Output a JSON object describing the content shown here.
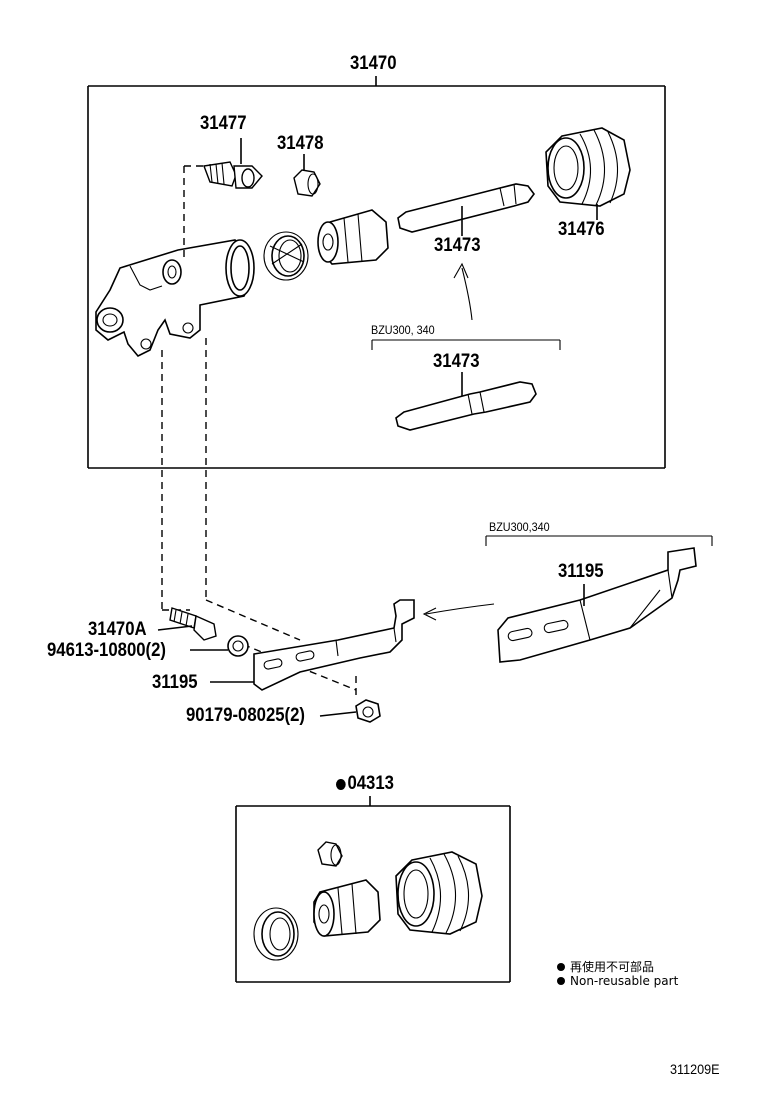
{
  "parts": {
    "assembly": "31470",
    "bleeder": "31477",
    "cap": "31478",
    "push_rod": "31473",
    "push_rod_alt": "31473",
    "boot": "31476",
    "bracket_alt": "31195",
    "bolt": "31470A",
    "washer": "94613-10800(2)",
    "bracket": "31195",
    "nut": "90179-08025(2)",
    "kit": "04313"
  },
  "variant_notes": {
    "push_rod_variant": "BZU300, 340",
    "bracket_variant": "BZU300,340"
  },
  "legend": {
    "line_jp": "再使用不可部品",
    "line_en": "Non-reusable part"
  },
  "figure_id": "311209E"
}
